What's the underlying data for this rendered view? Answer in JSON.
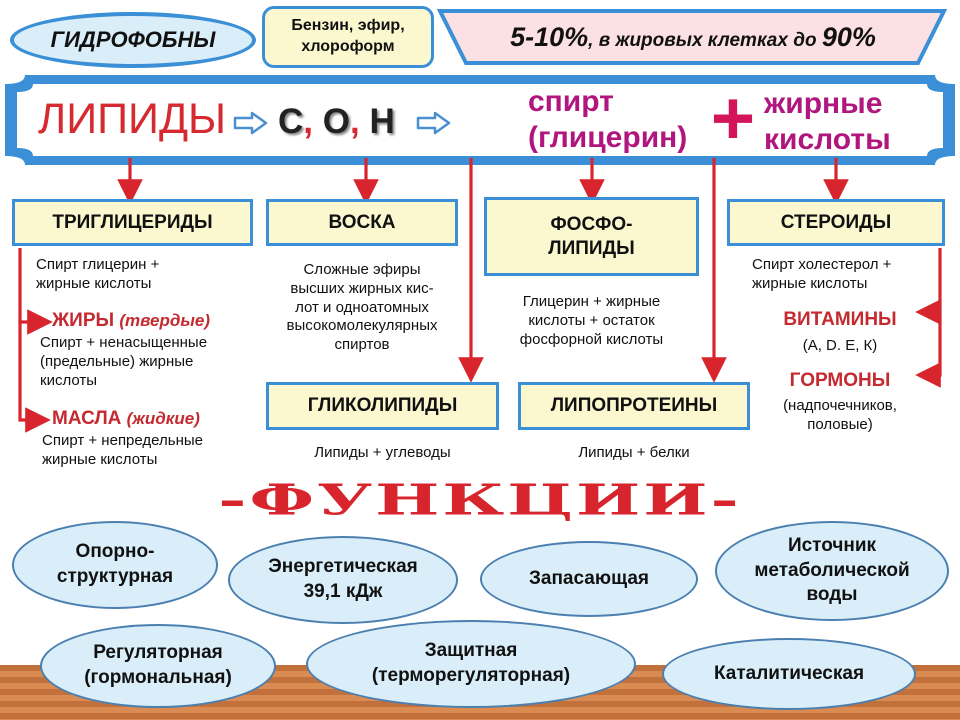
{
  "header": {
    "hydrophobic": "ГИДРОФОБНЫ",
    "solvents_line1": "Бензин, эфир,",
    "solvents_line2": "хлороформ",
    "percent_a": "5-10%",
    "percent_b": ", в жировых клетках до ",
    "percent_c": "90%"
  },
  "banner": {
    "lipids": "ЛИПИДЫ",
    "el_c": "С",
    "comma1": ",",
    "el_o": "О",
    "comma2": ",",
    "el_h": "Н",
    "alcohol_line1": "спирт",
    "alcohol_line2": "(глицерин)",
    "plus": "+",
    "acids_line1": "жирные",
    "acids_line2": "кислоты"
  },
  "groups": {
    "triglycerides": {
      "title": "ТРИГЛИЦЕРИДЫ",
      "desc_line1": "Спирт глицерин +",
      "desc_line2": "жирные кислоты",
      "fats_label": "ЖИРЫ",
      "fats_note": "(твердые)",
      "fats_line1": "Спирт + ненасыщенные",
      "fats_line2": "(предельные) жирные",
      "fats_line3": "кислоты",
      "oils_label": "МАСЛА",
      "oils_note": "(жидкие)",
      "oils_line1": "Спирт + непредельные",
      "oils_line2": "жирные кислоты"
    },
    "waxes": {
      "title": "ВОСКА",
      "line1": "Сложные эфиры",
      "line2": "высших жирных кис-",
      "line3": "лот и одноатомных",
      "line4": "высокомолекулярных",
      "line5": "спиртов"
    },
    "phospholipids": {
      "title_line1": "ФОСФО-",
      "title_line2": "ЛИПИДЫ",
      "line1": "Глицерин + жирные",
      "line2": "кислоты + остаток",
      "line3": "фосфорной кислоты"
    },
    "steroids": {
      "title": "СТЕРОИДЫ",
      "line1": "Спирт холестерол +",
      "line2": "жирные кислоты",
      "vitamins": "ВИТАМИНЫ",
      "vitamins_list": "(А, D. Е, К)",
      "hormones": "ГОРМОНЫ",
      "hormones_line1": "(надпочечников,",
      "hormones_line2": "половые)"
    },
    "glycolipids": {
      "title": "ГЛИКОЛИПИДЫ",
      "desc": "Липиды + углеводы"
    },
    "lipoproteins": {
      "title": "ЛИПОПРОТЕИНЫ",
      "desc": "Липиды + белки"
    }
  },
  "functions": {
    "heading": "-ФУНКЦИИ-",
    "support_line1": "Опорно-",
    "support_line2": "структурная",
    "energy_line1": "Энергетическая",
    "energy_line2": "39,1 кДж",
    "storage": "Запасающая",
    "water_line1": "Источник",
    "water_line2": "метаболической",
    "water_line3": "воды",
    "regulatory_line1": "Регуляторная",
    "regulatory_line2": "(гормональная)",
    "protective_line1": "Защитная",
    "protective_line2": "(терморегуляторная)",
    "catalytic": "Каталитическая"
  },
  "colors": {
    "accent_blue": "#3a8fd6",
    "accent_red": "#d8242c",
    "box_fill": "#fbf7cf",
    "ellipse_fill": "#d9eef9",
    "floor_brown": "#c06a38"
  }
}
